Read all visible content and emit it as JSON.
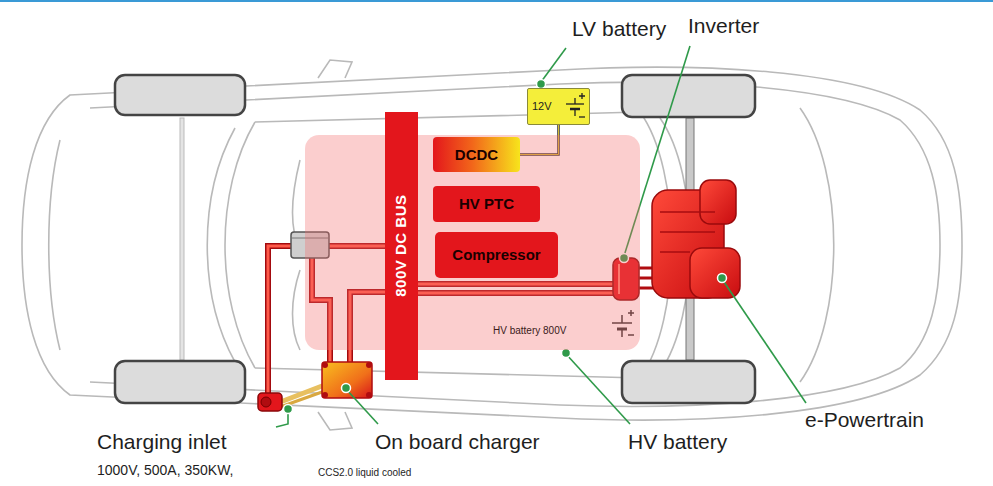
{
  "diagram": {
    "nodes": [
      {
        "text": [
          "HV battery 800V"
        ]
      },
      {
        "text": [
          "800V DC BUS"
        ],
        "in": 0
      },
      {
        "text": [
          "DCDC"
        ],
        "in": 0
      },
      {
        "text": [
          "HV PTC"
        ],
        "in": 0
      },
      {
        "text": [
          "Compressor"
        ],
        "in": 0
      },
      {
        "text": [
          "12V"
        ]
      }
    ],
    "edges": [
      {
        "from": 2,
        "to": 5,
        "arrow": "none"
      }
    ],
    "labels": [
      "LV battery",
      "Inverter",
      "Charging inlet",
      "1000V, 500A, 350KW,",
      "CCS2.0 liquid cooled",
      "On board charger",
      "HV battery",
      "e-Powertrain"
    ]
  }
}
